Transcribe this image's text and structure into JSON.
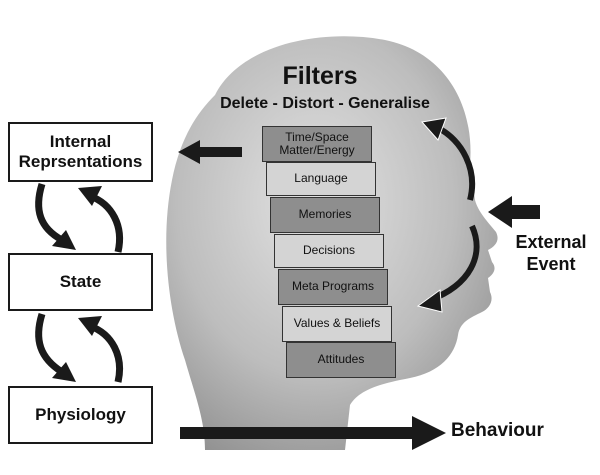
{
  "filters": {
    "title": "Filters",
    "subtitle": "Delete - Distort - Generalise",
    "items": [
      "Time/Space\nMatter/Energy",
      "Language",
      "Memories",
      "Decisions",
      "Meta Programs",
      "Values & Beliefs",
      "Attitudes"
    ]
  },
  "left_boxes": {
    "internal": "Internal\nReprsentations",
    "state": "State",
    "physiology": "Physiology"
  },
  "external_event": "External\nEvent",
  "behaviour": "Behaviour",
  "colors": {
    "dark_block": "#8e8e8e",
    "light_block": "#d4d4d4",
    "head": "#c9c9c9",
    "ink": "#1a1a1a"
  }
}
